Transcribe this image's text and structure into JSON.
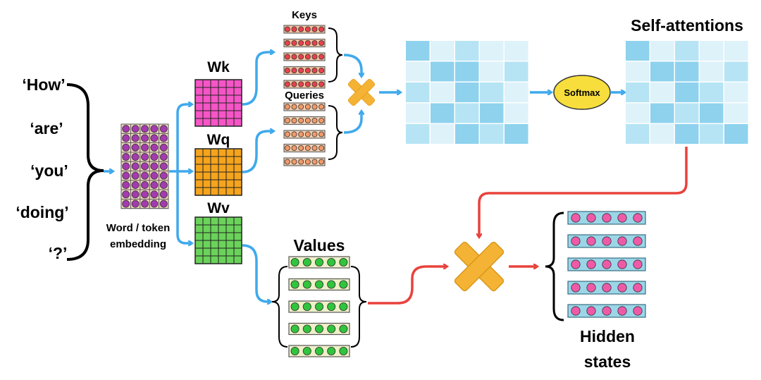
{
  "tokens": [
    "‘How’",
    "‘are’",
    "‘you’",
    "‘doing’",
    "‘?’"
  ],
  "labels": {
    "embedding_line1": "Word / token",
    "embedding_line2": "embedding",
    "wk": "Wk",
    "wq": "Wq",
    "wv": "Wv",
    "keys": "Keys",
    "queries": "Queries",
    "values": "Values",
    "softmax": "Softmax",
    "self_attentions": "Self-attentions",
    "hidden_line1": "Hidden",
    "hidden_line2": "states"
  },
  "colors": {
    "embedding": "#a53ab0",
    "wk": "#f555c6",
    "wq": "#f5a41d",
    "wv": "#6ad35a",
    "keys_dot": "#e8424d",
    "queries_dot": "#f29a6a",
    "values_dot": "#2fc53c",
    "hidden_dot": "#ef5aa8",
    "blue_arrow": "#3fa9ec",
    "red_arrow": "#e8423c",
    "multiply": "#f5b335",
    "softmax": "#f7de3c"
  },
  "attention_shades": [
    [
      3,
      1,
      2,
      1,
      1
    ],
    [
      1,
      3,
      3,
      1,
      2
    ],
    [
      2,
      1,
      3,
      2,
      1
    ],
    [
      1,
      3,
      2,
      3,
      1
    ],
    [
      2,
      1,
      3,
      2,
      3
    ]
  ]
}
